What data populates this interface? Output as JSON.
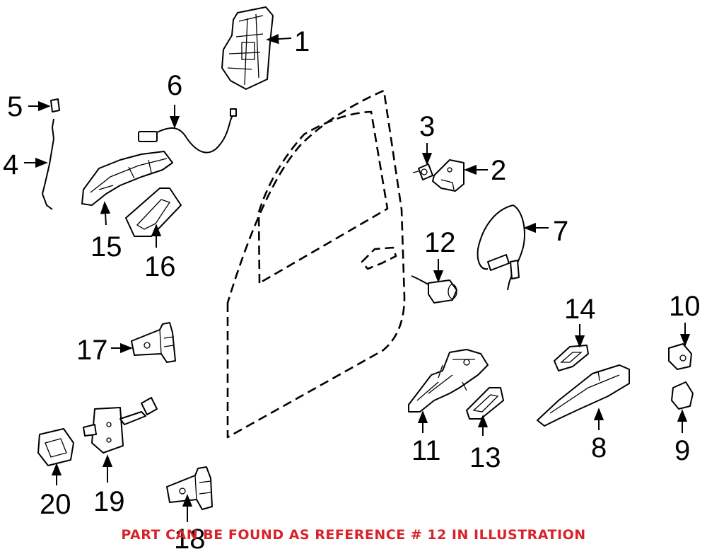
{
  "callouts": [
    {
      "id": "1",
      "label": "1"
    },
    {
      "id": "2",
      "label": "2"
    },
    {
      "id": "3",
      "label": "3"
    },
    {
      "id": "4",
      "label": "4"
    },
    {
      "id": "5",
      "label": "5"
    },
    {
      "id": "6",
      "label": "6"
    },
    {
      "id": "7",
      "label": "7"
    },
    {
      "id": "8",
      "label": "8"
    },
    {
      "id": "9",
      "label": "9"
    },
    {
      "id": "10",
      "label": "10"
    },
    {
      "id": "11",
      "label": "11"
    },
    {
      "id": "12",
      "label": "12"
    },
    {
      "id": "13",
      "label": "13"
    },
    {
      "id": "14",
      "label": "14"
    },
    {
      "id": "15",
      "label": "15"
    },
    {
      "id": "16",
      "label": "16"
    },
    {
      "id": "17",
      "label": "17"
    },
    {
      "id": "18",
      "label": "18"
    },
    {
      "id": "19",
      "label": "19"
    },
    {
      "id": "20",
      "label": "20"
    }
  ],
  "caption": "PART CAN BE FOUND AS REFERENCE # 12 IN ILLUSTRATION",
  "colors": {
    "caption": "#d8232a",
    "lines": "#000000",
    "background": "#ffffff"
  }
}
